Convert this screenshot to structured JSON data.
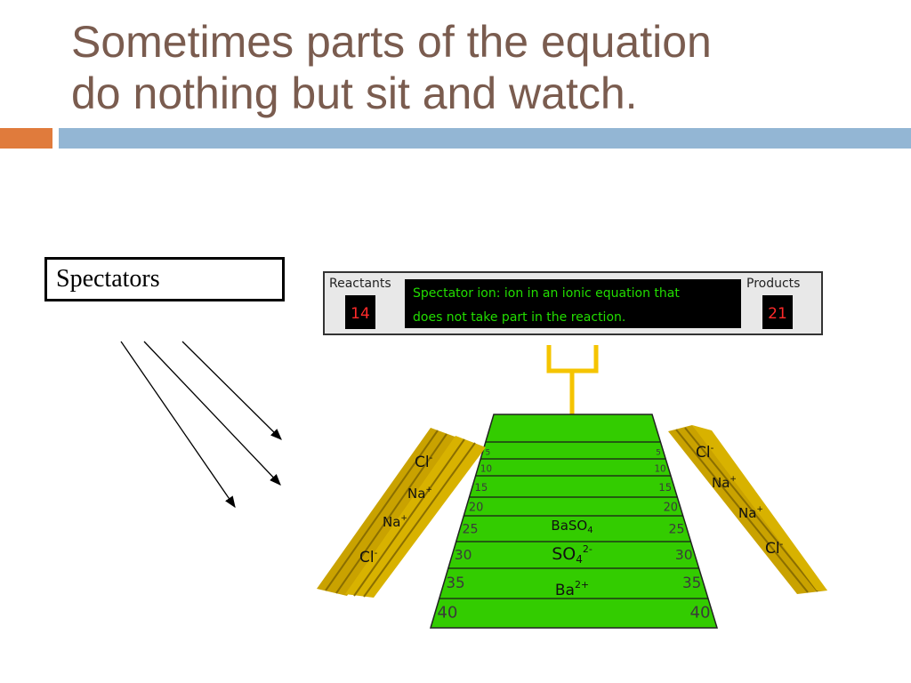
{
  "title": {
    "line1": "Sometimes parts of the equation",
    "line2": "do nothing but sit and watch."
  },
  "label_box": "Spectators",
  "scoreboard": {
    "left_label": "Reactants",
    "left_score": "14",
    "right_label": "Products",
    "right_score": "21",
    "message_line1": "Spectator ion: ion in an ionic equation that",
    "message_line2": "does not take part in the reaction."
  },
  "field": {
    "yard_lines": [
      "5",
      "10",
      "15",
      "20",
      "25",
      "30",
      "35",
      "40"
    ],
    "center_labels": {
      "baso4": "BaSO",
      "baso4_sub": "4",
      "so4": "SO",
      "so4_sub": "4",
      "so4_sup": "2-",
      "ba": "Ba",
      "ba_sup": "2+"
    }
  },
  "left_stand": [
    {
      "symbol": "Cl",
      "charge": "-"
    },
    {
      "symbol": "Na",
      "charge": "+"
    },
    {
      "symbol": "Na",
      "charge": "+"
    },
    {
      "symbol": "Cl",
      "charge": "-"
    }
  ],
  "right_stand": [
    {
      "symbol": "Cl",
      "charge": "-"
    },
    {
      "symbol": "Na",
      "charge": "+"
    },
    {
      "symbol": "Na",
      "charge": "+"
    },
    {
      "symbol": "Cl",
      "charge": "-"
    }
  ],
  "colors": {
    "title": "#7a5c4f",
    "accent_orange": "#e07b3c",
    "accent_blue": "#93b6d4",
    "field_green": "#33cc00",
    "goalpost": "#f5c400",
    "bleacher": "#c9a200",
    "score_red": "#ff2a2a",
    "message_green": "#22dd00"
  }
}
